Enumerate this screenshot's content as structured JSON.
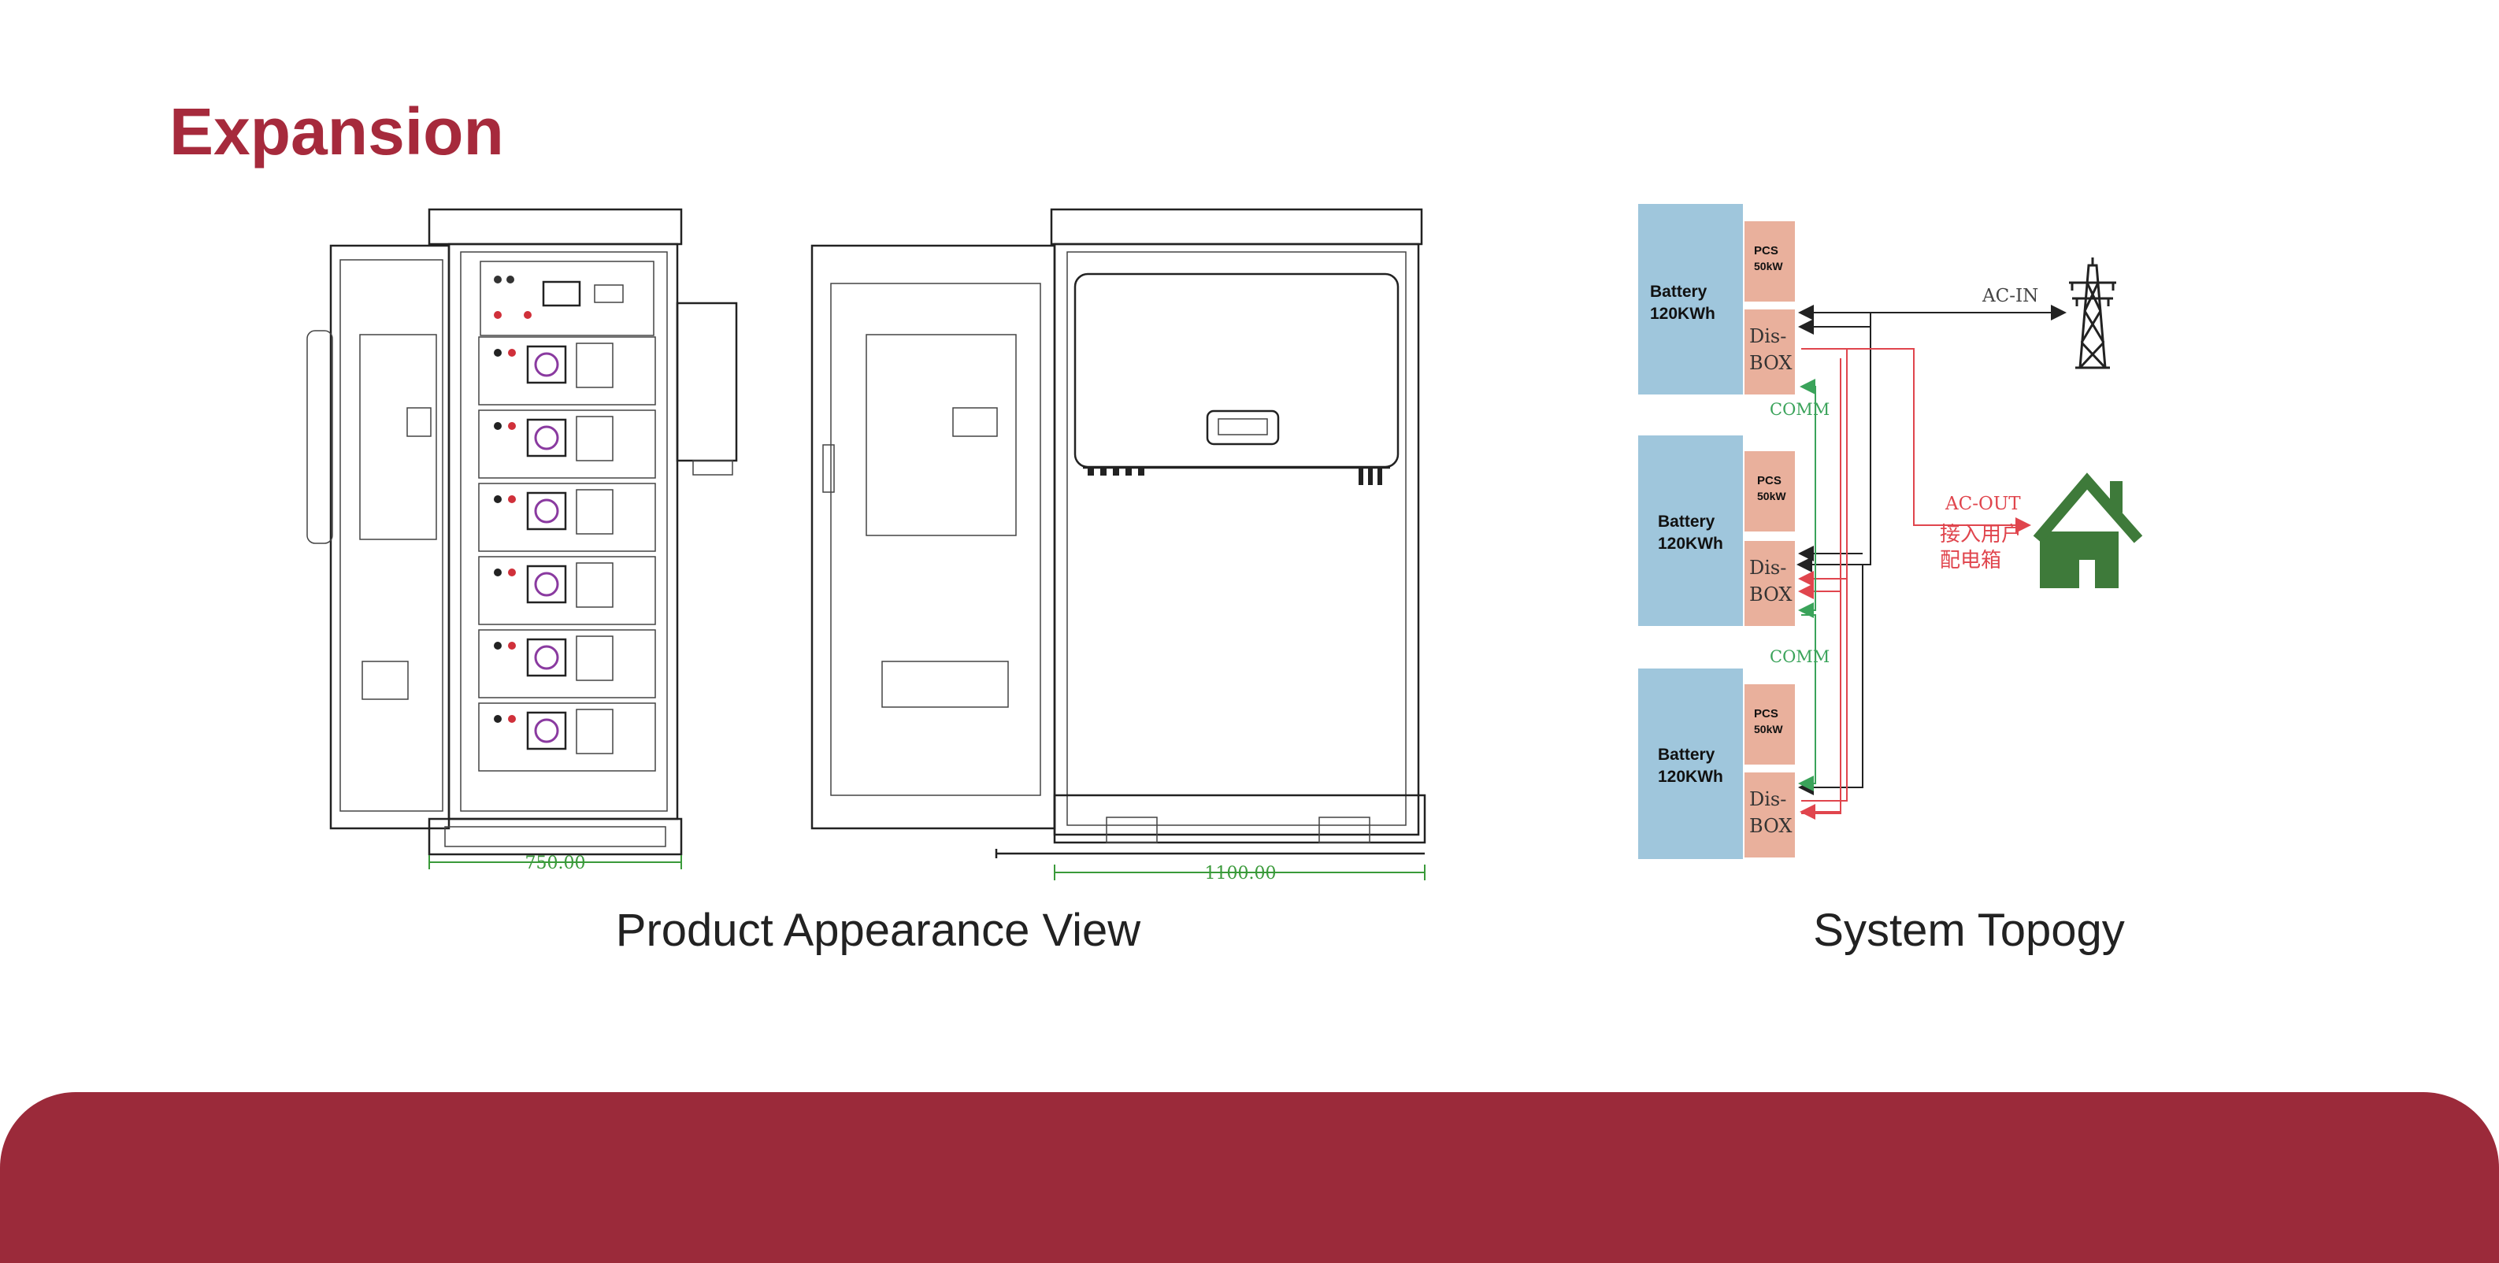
{
  "page": {
    "title": "Expansion"
  },
  "captions": {
    "product": "Product Appearance View",
    "topology": "System Topogy"
  },
  "drawing": {
    "dim_width_front": "750.00",
    "dim_width_side": "1100.00"
  },
  "topology": {
    "units": [
      {
        "battery_line1": "Battery",
        "battery_line2": "120KWh",
        "pcs_line1": "PCS",
        "pcs_line2": "50kW",
        "box_line1": "Dis-",
        "box_line2": "BOX"
      },
      {
        "battery_line1": "Battery",
        "battery_line2": "120KWh",
        "pcs_line1": "PCS",
        "pcs_line2": "50kW",
        "box_line1": "Dis-",
        "box_line2": "BOX"
      },
      {
        "battery_line1": "Battery",
        "battery_line2": "120KWh",
        "pcs_line1": "PCS",
        "pcs_line2": "50kW",
        "box_line1": "Dis-",
        "box_line2": "BOX"
      }
    ],
    "comm_label_1": "COMM",
    "comm_label_2": "COMM",
    "ac_in_label": "AC-IN",
    "ac_out_label": "AC-OUT",
    "ac_out_note_line1": "接入用户",
    "ac_out_note_line2": "配电箱",
    "grid_icon": "transmission-tower-icon",
    "house_icon": "house-icon"
  },
  "colors": {
    "title": "#a62a3c",
    "footer": "#9b2a3a",
    "battery": "#9fc6dc",
    "pcs": "#e9b09c",
    "comm_line": "#3aa35a",
    "ac_out_line": "#e0454d",
    "house": "#3e7a3a"
  }
}
